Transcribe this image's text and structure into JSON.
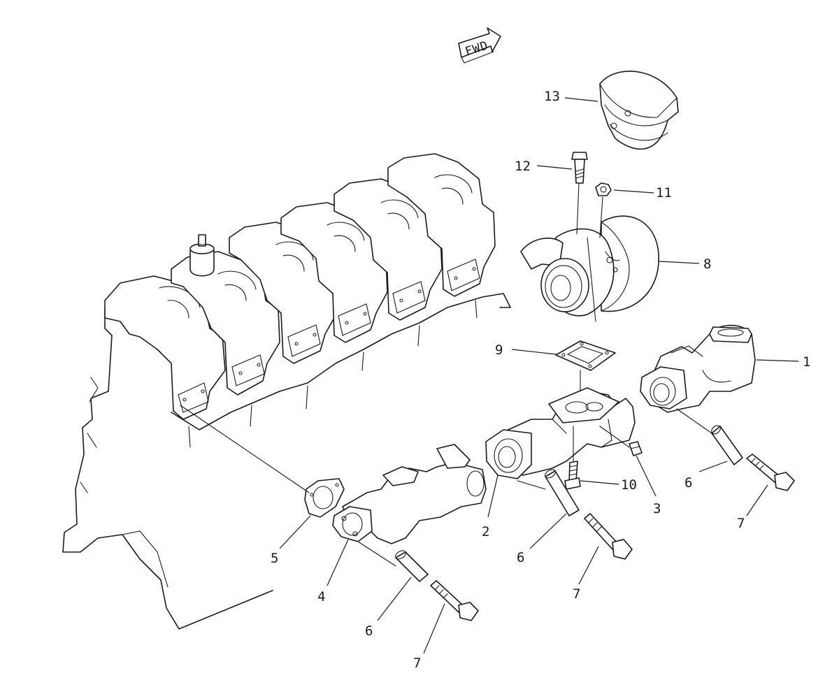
{
  "direction": {
    "label": "FWD"
  },
  "callouts": {
    "c1": "1",
    "c2": "2",
    "c3": "3",
    "c4": "4",
    "c5": "5",
    "c6a": "6",
    "c6b": "6",
    "c6c": "6",
    "c7a": "7",
    "c7b": "7",
    "c7c": "7",
    "c8": "8",
    "c9": "9",
    "c10": "10",
    "c11": "11",
    "c12": "12",
    "c13": "13"
  }
}
